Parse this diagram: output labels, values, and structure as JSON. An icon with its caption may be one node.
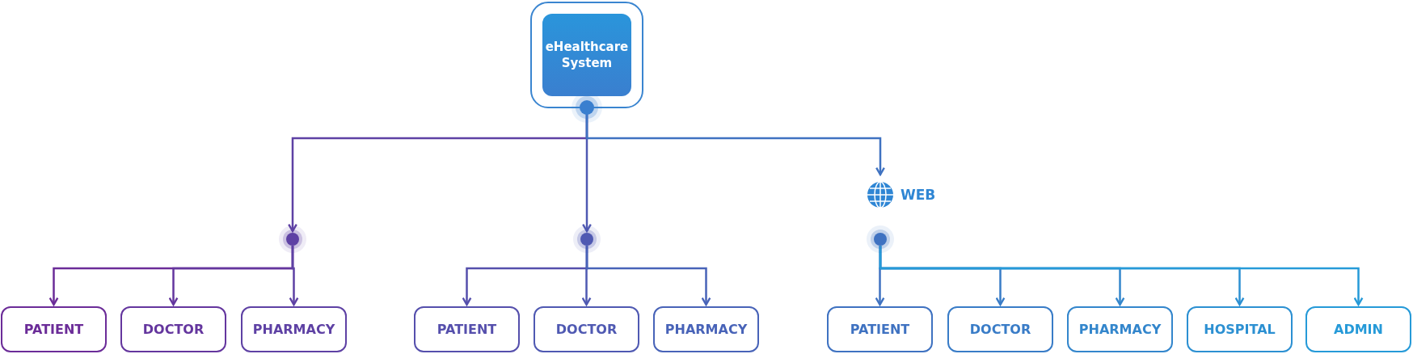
{
  "diagram": {
    "nodes": [
      {
        "text": [
          "eHealthcare System"
        ]
      },
      {
        "text": [],
        "shape": "circle"
      },
      {
        "text": [],
        "shape": "circle"
      },
      {
        "text": [
          "WEB"
        ]
      },
      {
        "text": [],
        "shape": "circle"
      },
      {
        "text": [
          "PATIENT"
        ]
      },
      {
        "text": [
          "DOCTOR"
        ]
      },
      {
        "text": [
          "PHARMACY"
        ]
      },
      {
        "text": [
          "PATIENT"
        ]
      },
      {
        "text": [
          "DOCTOR"
        ]
      },
      {
        "text": [
          "PHARMACY"
        ]
      },
      {
        "text": [
          "PATIENT"
        ]
      },
      {
        "text": [
          "DOCTOR"
        ]
      },
      {
        "text": [
          "PHARMACY"
        ]
      },
      {
        "text": [
          "HOSPITAL"
        ]
      },
      {
        "text": [
          "ADMIN"
        ]
      }
    ],
    "edges": [
      {
        "from": 0,
        "to": 1,
        "arrow": "to"
      },
      {
        "from": 0,
        "to": 2,
        "arrow": "to"
      },
      {
        "from": 0,
        "to": 3,
        "arrow": "to"
      },
      {
        "from": 1,
        "to": 5,
        "arrow": "to"
      },
      {
        "from": 1,
        "to": 6,
        "arrow": "to"
      },
      {
        "from": 1,
        "to": 7,
        "arrow": "to"
      },
      {
        "from": 2,
        "to": 8,
        "arrow": "to"
      },
      {
        "from": 2,
        "to": 9,
        "arrow": "to"
      },
      {
        "from": 2,
        "to": 10,
        "arrow": "to"
      },
      {
        "from": 4,
        "to": 11,
        "arrow": "to"
      },
      {
        "from": 4,
        "to": 12,
        "arrow": "to"
      },
      {
        "from": 4,
        "to": 13,
        "arrow": "to"
      },
      {
        "from": 4,
        "to": 14,
        "arrow": "to"
      },
      {
        "from": 4,
        "to": 15,
        "arrow": "to"
      }
    ]
  }
}
